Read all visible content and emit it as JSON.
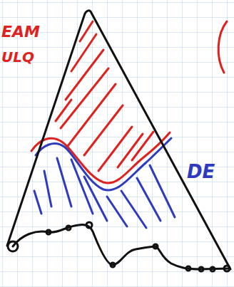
{
  "diagram": {
    "labels": [
      "EAM",
      "ULQ",
      "DE"
    ]
  }
}
